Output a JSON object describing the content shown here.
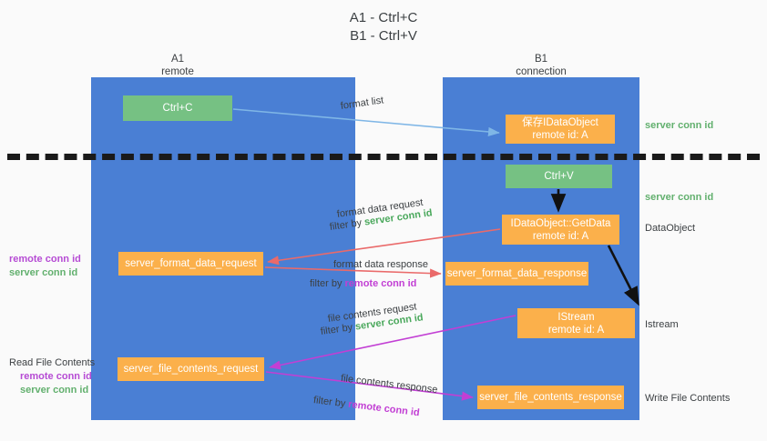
{
  "title": {
    "line1": "A1 - Ctrl+C",
    "line2": "B1 - Ctrl+V"
  },
  "columns": {
    "left": {
      "name": "A1",
      "role": "remote"
    },
    "right": {
      "name": "B1",
      "role": "connection"
    }
  },
  "nodes": {
    "ctrl_c": {
      "label": "Ctrl+C",
      "color": "#76c183"
    },
    "save_dataobject": {
      "line1": "保存IDataObject",
      "line2": "remote id: A",
      "color": "#fbb04b"
    },
    "ctrl_v": {
      "label": "Ctrl+V",
      "color": "#76c183"
    },
    "getdata": {
      "line1": "IDataObject::GetData",
      "line2": "remote id: A",
      "color": "#fbb04b"
    },
    "istream": {
      "line1": "IStream",
      "line2": "remote id: A",
      "color": "#fbb04b"
    },
    "server_format_data_request": {
      "label": "server_format_data_request",
      "color": "#fbb04b"
    },
    "server_format_data_response": {
      "label": "server_format_data_response",
      "color": "#fbb04b"
    },
    "server_file_contents_request": {
      "label": "server_file_contents_request",
      "color": "#fbb04b"
    },
    "server_file_contents_response": {
      "label": "server_file_contents_response",
      "color": "#fbb04b"
    }
  },
  "edge_labels": {
    "format_list": "format list",
    "format_data_request": "format data request",
    "format_data_request_filter_prefix": "filter by ",
    "format_data_request_filter_value": "server conn id",
    "format_data_response": "format data response",
    "format_data_response_filter_prefix": "filter by ",
    "format_data_response_filter_value": "remote conn id",
    "file_contents_request": "file contents request",
    "file_contents_request_filter_prefix": "filter by ",
    "file_contents_request_filter_value": "server conn id",
    "file_contents_response": "file contents response",
    "file_contents_response_filter_prefix": "filter by ",
    "file_contents_response_filter_value": "remote conn id"
  },
  "annotations": {
    "server_conn_id_top": "server conn id",
    "server_conn_id_paste": "server conn id",
    "dataobject": "DataObject",
    "istream": "Istream",
    "write_file_contents": "Write File Contents",
    "read_file_contents": "Read File Contents",
    "remote_conn_id_mid": "remote conn id",
    "server_conn_id_mid": "server conn id",
    "remote_conn_id_low": "remote conn id",
    "server_conn_id_low": "server conn id"
  },
  "colors": {
    "lane": "#4a7fd4",
    "green_node": "#76c183",
    "orange_node": "#fbb04b",
    "green_text": "#62b06e",
    "purple_text": "#b64bd4",
    "arrow_blue": "#7fb6e6",
    "arrow_red": "#ea6a6a",
    "arrow_purple": "#c23fd4",
    "arrow_black": "#111111",
    "divider": "#1a1a1a",
    "background": "#fafafa"
  }
}
